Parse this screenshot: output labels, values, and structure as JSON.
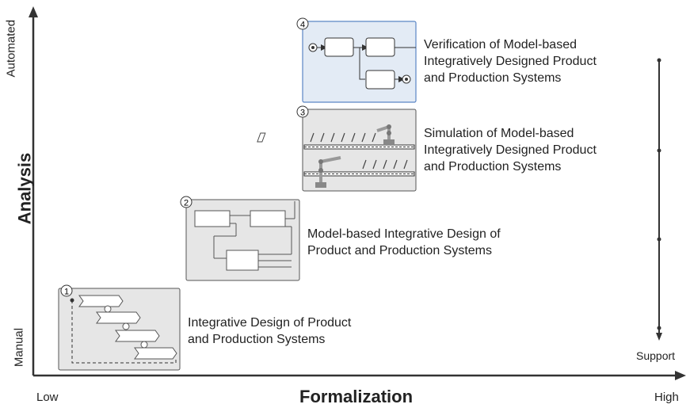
{
  "axes": {
    "x_title": "Formalization",
    "y_title": "Analysis",
    "x_low": "Low",
    "x_high": "High",
    "y_low": "Manual",
    "y_high": "Automated"
  },
  "support_label": "Support",
  "stages": [
    {
      "number": "1",
      "line1": "Integrative Design of Product",
      "line2": "and Production Systems"
    },
    {
      "number": "2",
      "line1": "Model-based Integrative Design of",
      "line2": "Product and Production Systems"
    },
    {
      "number": "3",
      "line1": "Simulation of Model-based",
      "line2": "Integratively Designed Product",
      "line3": "and Production Systems"
    },
    {
      "number": "4",
      "line1": "Verification of Model-based",
      "line2": "Integratively Designed Product",
      "line3": "and Production Systems"
    }
  ],
  "colors": {
    "panel_gray": "#e6e6e6",
    "panel_blue": "#e3ebf5",
    "panel_blue_border": "#5b86c5",
    "line": "#333333"
  }
}
